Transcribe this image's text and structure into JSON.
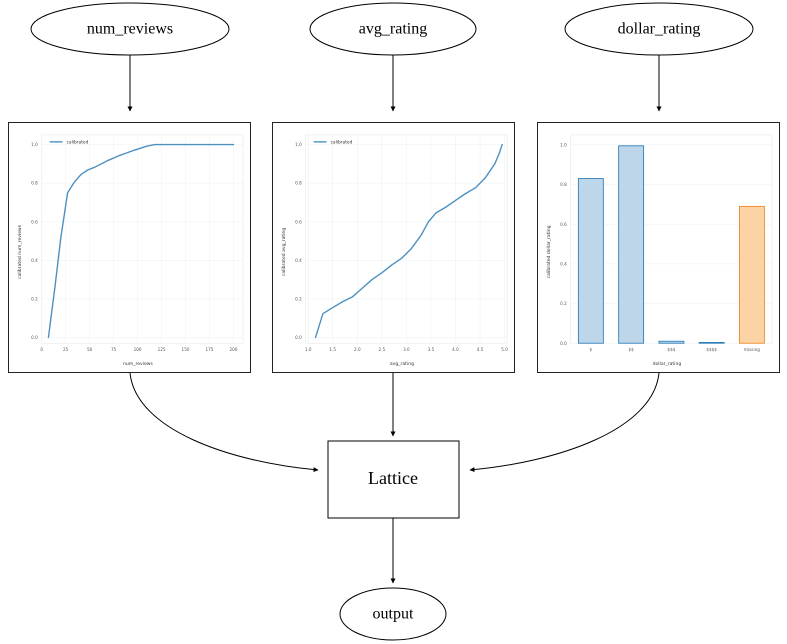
{
  "diagram": {
    "title": "Calibrated feature lattice model diagram",
    "input_nodes": [
      {
        "id": "num_reviews",
        "label": "num_reviews"
      },
      {
        "id": "avg_rating",
        "label": "avg_rating"
      },
      {
        "id": "dollar_rating",
        "label": "dollar_rating"
      }
    ],
    "model_node": {
      "id": "lattice",
      "label": "Lattice"
    },
    "output_node": {
      "id": "output",
      "label": "output"
    }
  },
  "chart_data": [
    {
      "id": "num_reviews_calibrator",
      "type": "line",
      "title": "",
      "xlabel": "num_reviews",
      "ylabel": "calibrated num_reviews",
      "legend": [
        "calibrated"
      ],
      "legend_position": "upper left",
      "grid": true,
      "xlim": [
        0,
        210
      ],
      "ylim": [
        -0.03,
        1.05
      ],
      "xticks": [
        0,
        25,
        50,
        75,
        100,
        125,
        150,
        175,
        200
      ],
      "xticklabels": [
        "0",
        "25",
        "50",
        "75",
        "100",
        "125",
        "150",
        "175",
        "200"
      ],
      "yticks": [
        0.0,
        0.2,
        0.4,
        0.6,
        0.8,
        1.0
      ],
      "yticklabels": [
        "0.0",
        "0.2",
        "0.4",
        "0.6",
        "0.8",
        "1.0"
      ],
      "series": [
        {
          "name": "calibrated",
          "color": "#4c90c0",
          "x": [
            7,
            14,
            20,
            27,
            34,
            41,
            48,
            55,
            68,
            82,
            95,
            110,
            118,
            130,
            150,
            170,
            190,
            200
          ],
          "y": [
            0.0,
            0.27,
            0.52,
            0.75,
            0.805,
            0.845,
            0.868,
            0.882,
            0.915,
            0.945,
            0.968,
            0.992,
            1.0,
            1.0,
            1.0,
            1.0,
            1.0,
            1.0
          ]
        }
      ]
    },
    {
      "id": "avg_rating_calibrator",
      "type": "line",
      "title": "",
      "xlabel": "avg_rating",
      "ylabel": "calibrated avg_rating",
      "legend": [
        "calibrated"
      ],
      "legend_position": "upper left",
      "grid": true,
      "xlim": [
        0.95,
        5.05
      ],
      "ylim": [
        -0.03,
        1.05
      ],
      "xticks": [
        1.0,
        1.5,
        2.0,
        2.5,
        3.0,
        3.5,
        4.0,
        4.5,
        5.0
      ],
      "xticklabels": [
        "1.0",
        "1.5",
        "2.0",
        "2.5",
        "3.0",
        "3.5",
        "4.0",
        "4.5",
        "5.0"
      ],
      "yticks": [
        0.0,
        0.2,
        0.4,
        0.6,
        0.8,
        1.0
      ],
      "yticklabels": [
        "0.0",
        "0.2",
        "0.4",
        "0.6",
        "0.8",
        "1.0"
      ],
      "series": [
        {
          "name": "calibrated",
          "color": "#4c90c0",
          "x": [
            1.15,
            1.3,
            1.5,
            1.7,
            1.9,
            2.1,
            2.3,
            2.5,
            2.7,
            2.9,
            3.1,
            3.3,
            3.45,
            3.6,
            3.8,
            4.0,
            4.2,
            4.4,
            4.6,
            4.8,
            4.9,
            4.95
          ],
          "y": [
            0.0,
            0.123,
            0.155,
            0.185,
            0.21,
            0.255,
            0.3,
            0.335,
            0.375,
            0.41,
            0.46,
            0.53,
            0.6,
            0.645,
            0.675,
            0.71,
            0.745,
            0.775,
            0.825,
            0.9,
            0.96,
            1.0
          ]
        }
      ]
    },
    {
      "id": "dollar_rating_calibrator",
      "type": "bar",
      "title": "",
      "xlabel": "dollar_rating",
      "ylabel": "calibrated dollar_rating",
      "grid": true,
      "ylim": [
        0.0,
        1.05
      ],
      "yticks": [
        0.0,
        0.2,
        0.4,
        0.6,
        0.8,
        1.0
      ],
      "yticklabels": [
        "0.0",
        "0.2",
        "0.4",
        "0.6",
        "0.8",
        "1.0"
      ],
      "categories": [
        "$",
        "$$",
        "$$$",
        "$$$$",
        "missing"
      ],
      "values": [
        0.83,
        0.995,
        0.01,
        0.0,
        0.69
      ],
      "bar_colors": [
        "#bed6ea",
        "#bed6ea",
        "#bed6ea",
        "#bed6ea",
        "#fbd3a5"
      ],
      "bar_edge_colors": [
        "#2f7fba",
        "#2f7fba",
        "#2f7fba",
        "#2f7fba",
        "#f08a23"
      ]
    }
  ],
  "colors": {
    "line_blue": "#4c90c0",
    "bar_blue_fill": "#bed6ea",
    "bar_blue_edge": "#2f7fba",
    "bar_orange_fill": "#fbd3a5",
    "bar_orange_edge": "#f08a23",
    "grid": "#eceff1",
    "node_stroke": "#000000",
    "background": "#ffffff"
  }
}
